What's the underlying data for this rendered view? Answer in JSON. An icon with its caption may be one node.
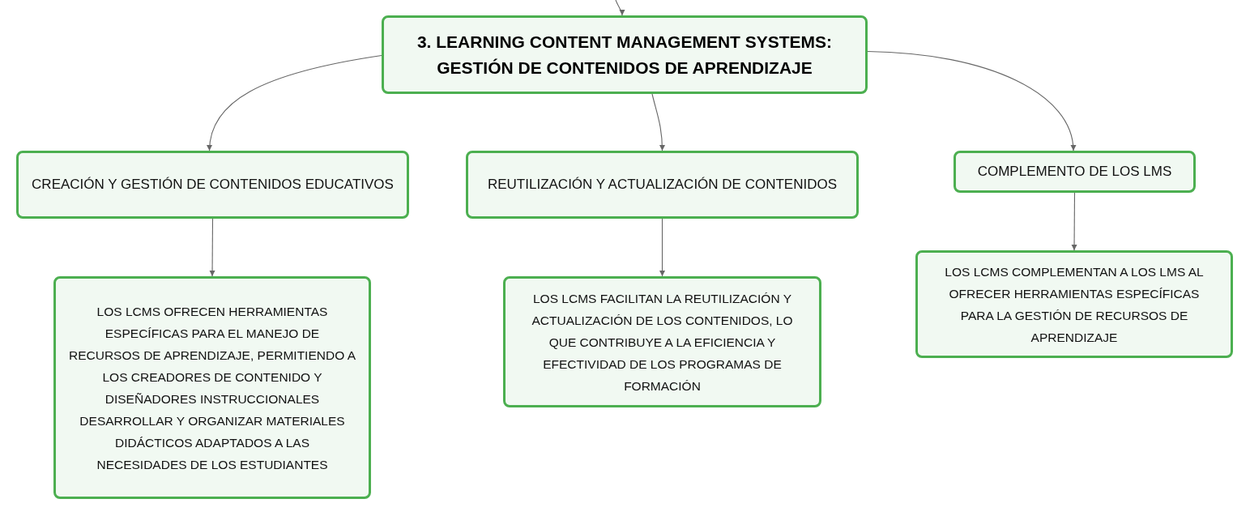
{
  "diagram": {
    "nodes": [
      {
        "text": [
          "3. LEARNING CONTENT MANAGEMENT SYSTEMS: GESTIÓN DE CONTENIDOS DE APRENDIZAJE"
        ]
      },
      {
        "text": [
          "CREACIÓN Y GESTIÓN DE CONTENIDOS EDUCATIVOS"
        ]
      },
      {
        "text": [
          "REUTILIZACIÓN Y ACTUALIZACIÓN DE CONTENIDOS"
        ]
      },
      {
        "text": [
          "COMPLEMENTO DE LOS LMS"
        ]
      },
      {
        "text": [
          "LOS LCMS OFRECEN HERRAMIENTAS ESPECÍFICAS PARA EL MANEJO DE RECURSOS DE APRENDIZAJE, PERMITIENDO A LOS CREADORES DE CONTENIDO Y DISEÑADORES INSTRUCCIONALES DESARROLLAR Y ORGANIZAR MATERIALES DIDÁCTICOS ADAPTADOS A LAS NECESIDADES DE LOS ESTUDIANTES"
        ]
      },
      {
        "text": [
          "LOS LCMS FACILITAN LA REUTILIZACIÓN Y ACTUALIZACIÓN DE LOS CONTENIDOS, LO QUE CONTRIBUYE A LA EFICIENCIA Y EFECTIVIDAD DE LOS PROGRAMAS DE FORMACIÓN"
        ]
      },
      {
        "text": [
          "LOS LCMS COMPLEMENTAN A LOS LMS AL OFRECER HERRAMIENTAS ESPECÍFICAS PARA LA GESTIÓN DE RECURSOS DE APRENDIZAJE"
        ]
      }
    ],
    "edges": [
      {
        "from": null,
        "to": 0,
        "arrow": "to"
      },
      {
        "from": 0,
        "to": 1,
        "arrow": "to"
      },
      {
        "from": 0,
        "to": 2,
        "arrow": "to"
      },
      {
        "from": 0,
        "to": 3,
        "arrow": "to"
      },
      {
        "from": 1,
        "to": 4,
        "arrow": "to"
      },
      {
        "from": 2,
        "to": 5,
        "arrow": "to"
      },
      {
        "from": 3,
        "to": 6,
        "arrow": "to"
      }
    ]
  }
}
